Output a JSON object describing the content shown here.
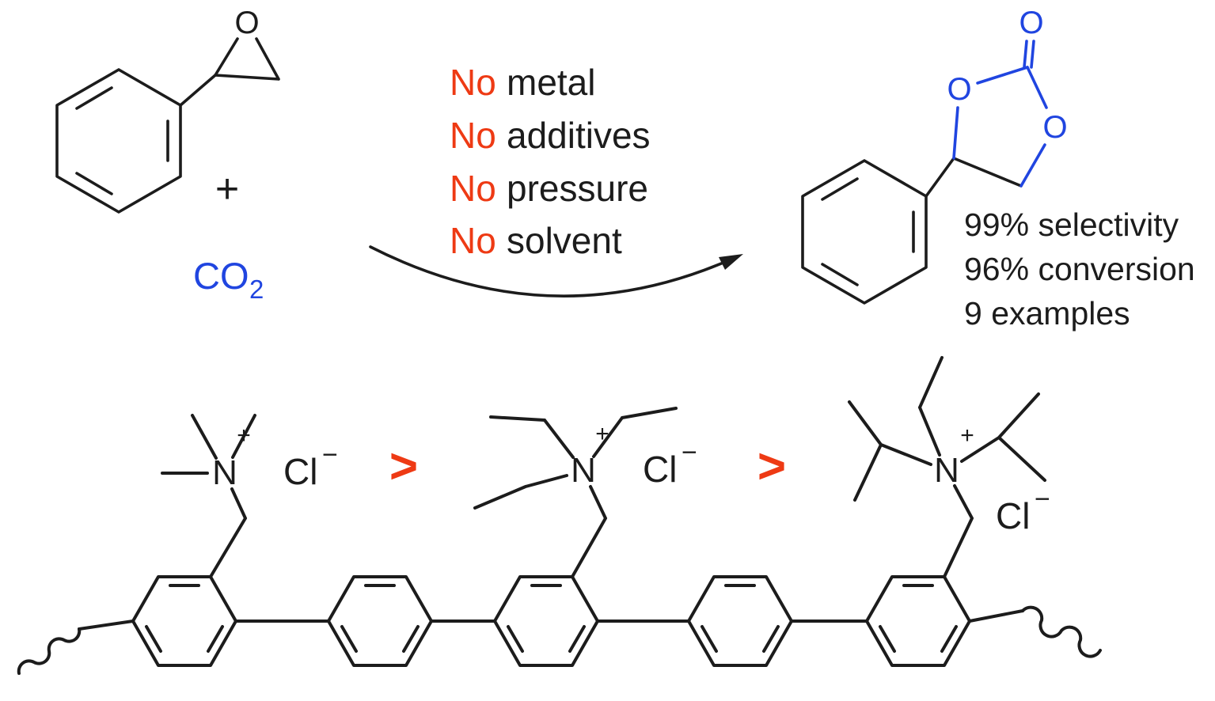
{
  "colors": {
    "ink": "#1c1c1c",
    "blue": "#2045e0",
    "red": "#ee3a14",
    "background": "#ffffff"
  },
  "reaction": {
    "epoxide_oxygen": "O",
    "plus": "+",
    "co2": {
      "main": "CO",
      "sub": "2"
    },
    "conditions": [
      {
        "no": "No",
        "text": "metal"
      },
      {
        "no": "No",
        "text": "additives"
      },
      {
        "no": "No",
        "text": "pressure"
      },
      {
        "no": "No",
        "text": "solvent"
      }
    ],
    "product": {
      "carbonyl_oxygen": "O",
      "ring_oxygen_left": "O",
      "ring_oxygen_right": "O"
    },
    "results": [
      "99% selectivity",
      "96% conversion",
      "9 examples"
    ]
  },
  "catalyst": {
    "greater_than": ">",
    "ammonium": {
      "symbol": "N",
      "charge": "+"
    },
    "chloride": {
      "symbol": "Cl",
      "charge": "−"
    }
  }
}
